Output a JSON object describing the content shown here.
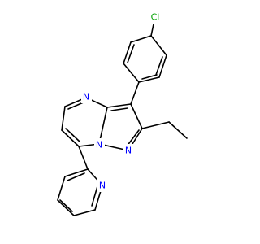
{
  "molecule": {
    "atoms": [
      {
        "id": "cl",
        "label": "Cl",
        "color": "#00a000"
      },
      {
        "id": "n_pyrim",
        "label": "N",
        "color": "#0000ff"
      },
      {
        "id": "n_bridge",
        "label": "N",
        "color": "#0000ff"
      },
      {
        "id": "n_pyrazole",
        "label": "N",
        "color": "#0000ff"
      },
      {
        "id": "n_pyridine",
        "label": "N",
        "color": "#0000ff"
      }
    ],
    "bond_color": "#000000"
  }
}
